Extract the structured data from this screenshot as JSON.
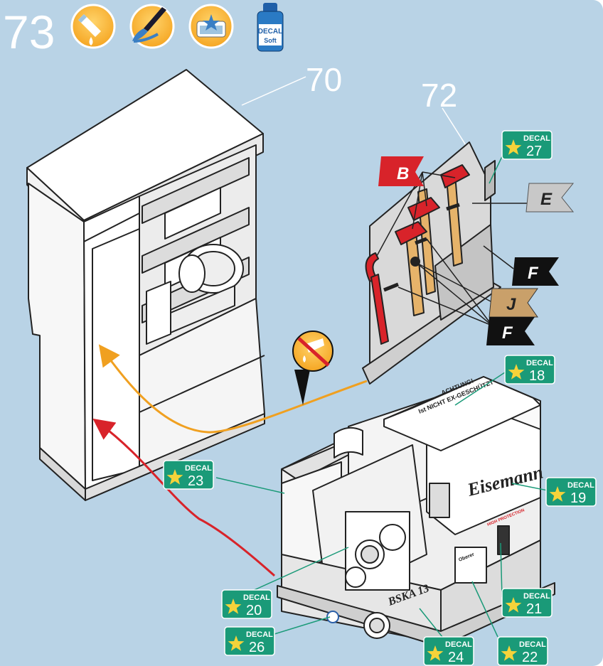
{
  "step": {
    "number": "73"
  },
  "header_icons": [
    {
      "name": "glue-drop-icon"
    },
    {
      "name": "paint-brush-icon"
    },
    {
      "name": "decal-water-icon"
    },
    {
      "name": "decal-soft-bottle-icon",
      "label_top": "DECAL",
      "label_bottom": "Soft"
    }
  ],
  "part_callouts": {
    "cabinet": "70",
    "panel": "72"
  },
  "flags": {
    "b": "B",
    "e": "E",
    "f_top": "F",
    "j": "J",
    "f_bottom": "F"
  },
  "decals": [
    {
      "id": "27",
      "label": "DECAL",
      "number": "27"
    },
    {
      "id": "18",
      "label": "DECAL",
      "number": "18"
    },
    {
      "id": "23",
      "label": "DECAL",
      "number": "23"
    },
    {
      "id": "19",
      "label": "DECAL",
      "number": "19"
    },
    {
      "id": "20",
      "label": "DECAL",
      "number": "20"
    },
    {
      "id": "21",
      "label": "DECAL",
      "number": "21"
    },
    {
      "id": "26",
      "label": "DECAL",
      "number": "26"
    },
    {
      "id": "24",
      "label": "DECAL",
      "number": "24"
    },
    {
      "id": "22",
      "label": "DECAL",
      "number": "22"
    }
  ],
  "machine": {
    "brand": "Eisemann",
    "model": "BSKA 13",
    "warning_title": "ACHTUNG!",
    "warning_line": "Ist NICHT EX-GESCHÜTZT",
    "protection": "HIGH PROTECTION",
    "plate": "Oberer"
  },
  "colors": {
    "background": "#b9d3e6",
    "decal_green": "#1a9a78",
    "arrow_orange": "#f0a020",
    "arrow_red": "#d8232a",
    "flag_red": "#d8232a",
    "flag_tan": "#c9a06a",
    "flag_grey": "#c8c8c8",
    "icon_orange": "#f5a623"
  }
}
